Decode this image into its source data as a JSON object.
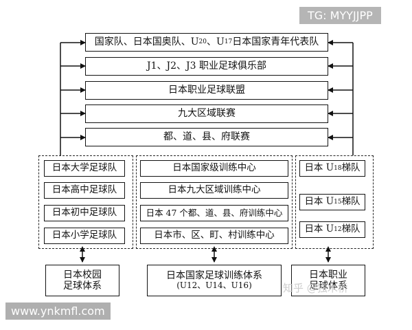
{
  "top_stack": [
    {
      "pre": "国家队、日本国奥队、U",
      "s1": "20",
      "mid": "、U",
      "s2": "17",
      "post": " 日本国家青年代表队"
    },
    {
      "label": "J1、J2、J3 职业足球俱乐部"
    },
    {
      "label": "日本职业足球联盟"
    },
    {
      "label": "九大区域联赛"
    },
    {
      "label": "都、道、县、府联赛"
    }
  ],
  "left_column": {
    "items": [
      "日本大学足球队",
      "日本高中足球队",
      "日本初中足球队",
      "日本小学足球队"
    ],
    "footer": [
      "日本校园",
      "足球体系"
    ]
  },
  "middle_column": {
    "items": [
      "日本国家级训练中心",
      "日本九大区域训练中心",
      "日本 47 个都、道、县、府训练中心",
      "日本市、区、町、村训练中心"
    ],
    "footer": [
      "日本国家足球训练体系",
      "(U12、U14、U16)"
    ]
  },
  "right_column": {
    "items": [
      {
        "pre": "日本 U",
        "sub": "18",
        "post": " 梯队"
      },
      {
        "pre": "日本 U",
        "sub": "15",
        "post": " 梯队"
      },
      {
        "pre": "日本 U",
        "sub": "12",
        "post": " 梯队"
      }
    ],
    "footer": [
      "日本职业",
      "足球体系"
    ]
  },
  "watermarks": {
    "tg": "TG: MYYJJPP",
    "url": "www.ynkmfl.com",
    "zhihu": "知乎 @独木桥"
  }
}
